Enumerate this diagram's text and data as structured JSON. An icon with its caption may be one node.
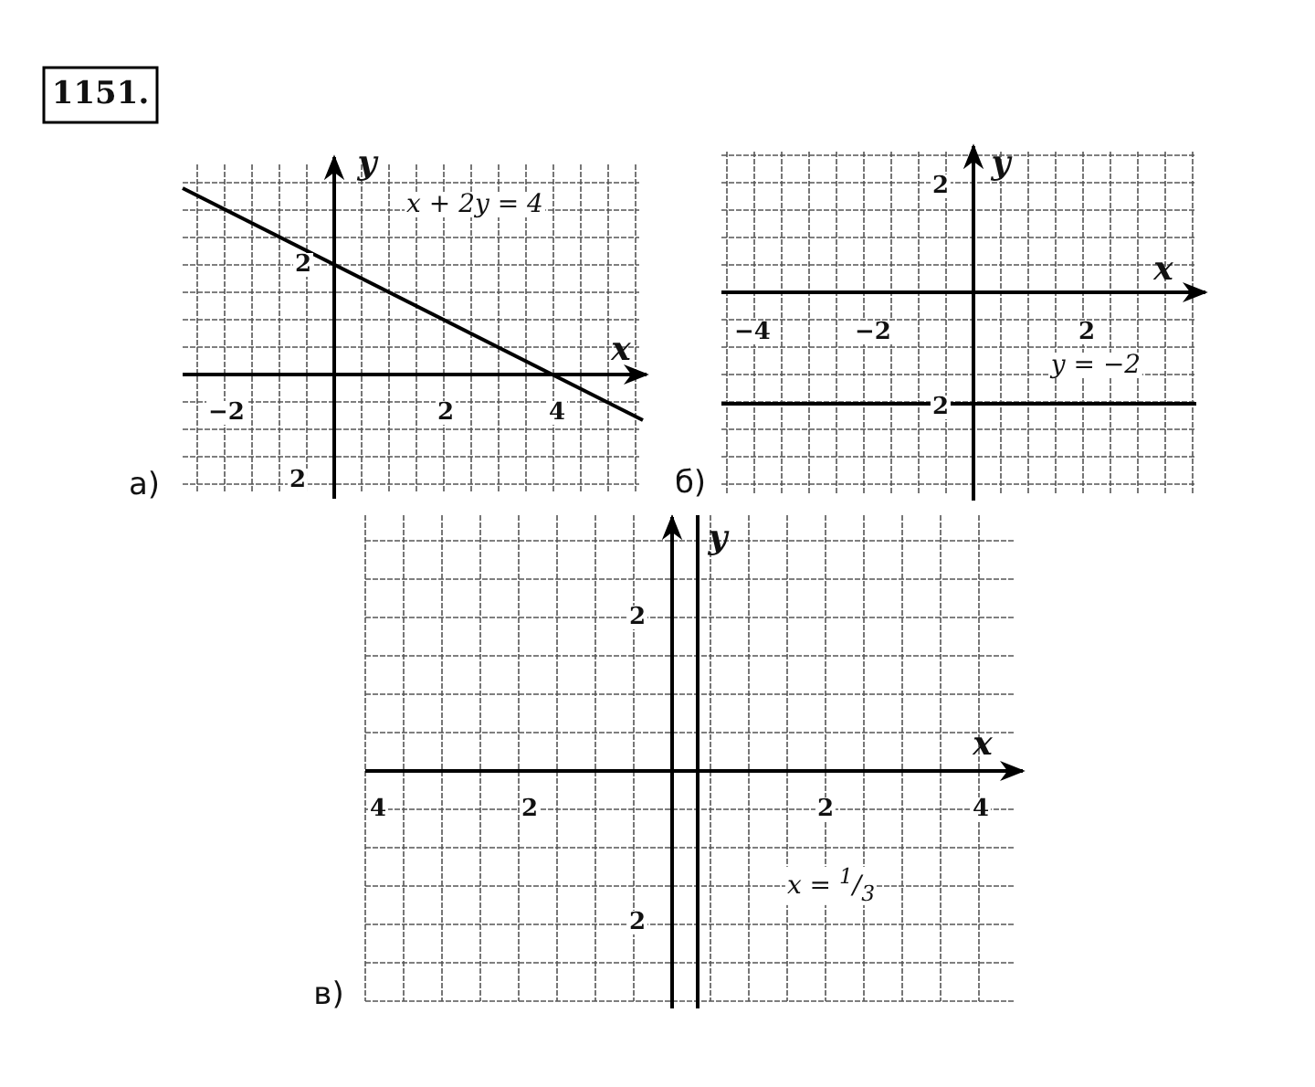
{
  "diagram": {
    "labels": [
      "1151.",
      "y",
      "x + 2y = 4",
      "2",
      "x",
      "−2",
      "2",
      "4",
      "а)",
      "2",
      "2",
      "y",
      "x",
      "−4",
      "−2",
      "2",
      "y = −2",
      "2",
      "б)",
      "y",
      "2",
      "x",
      "4",
      "2",
      "2",
      "4",
      "x = $^{1}$/$_{3}$",
      "2",
      "в)"
    ]
  }
}
